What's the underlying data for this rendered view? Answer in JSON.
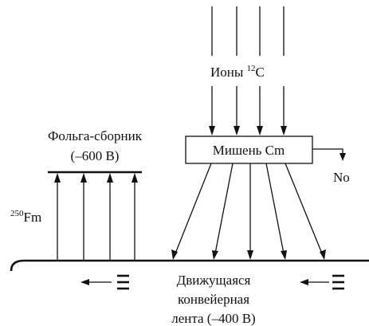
{
  "ions": {
    "label": "Ионы ",
    "mass": "12",
    "symbol": "C"
  },
  "target": {
    "label": "Мишень Cm"
  },
  "no_product": {
    "label": "No"
  },
  "collector": {
    "line1": "Фольга-сборник",
    "line2": "(–600 В)"
  },
  "fm_product": {
    "mass": "250",
    "symbol": "Fm"
  },
  "belt": {
    "line1": "Движущаяся",
    "line2": "конвейерная",
    "line3": "лента (–400 В)"
  }
}
